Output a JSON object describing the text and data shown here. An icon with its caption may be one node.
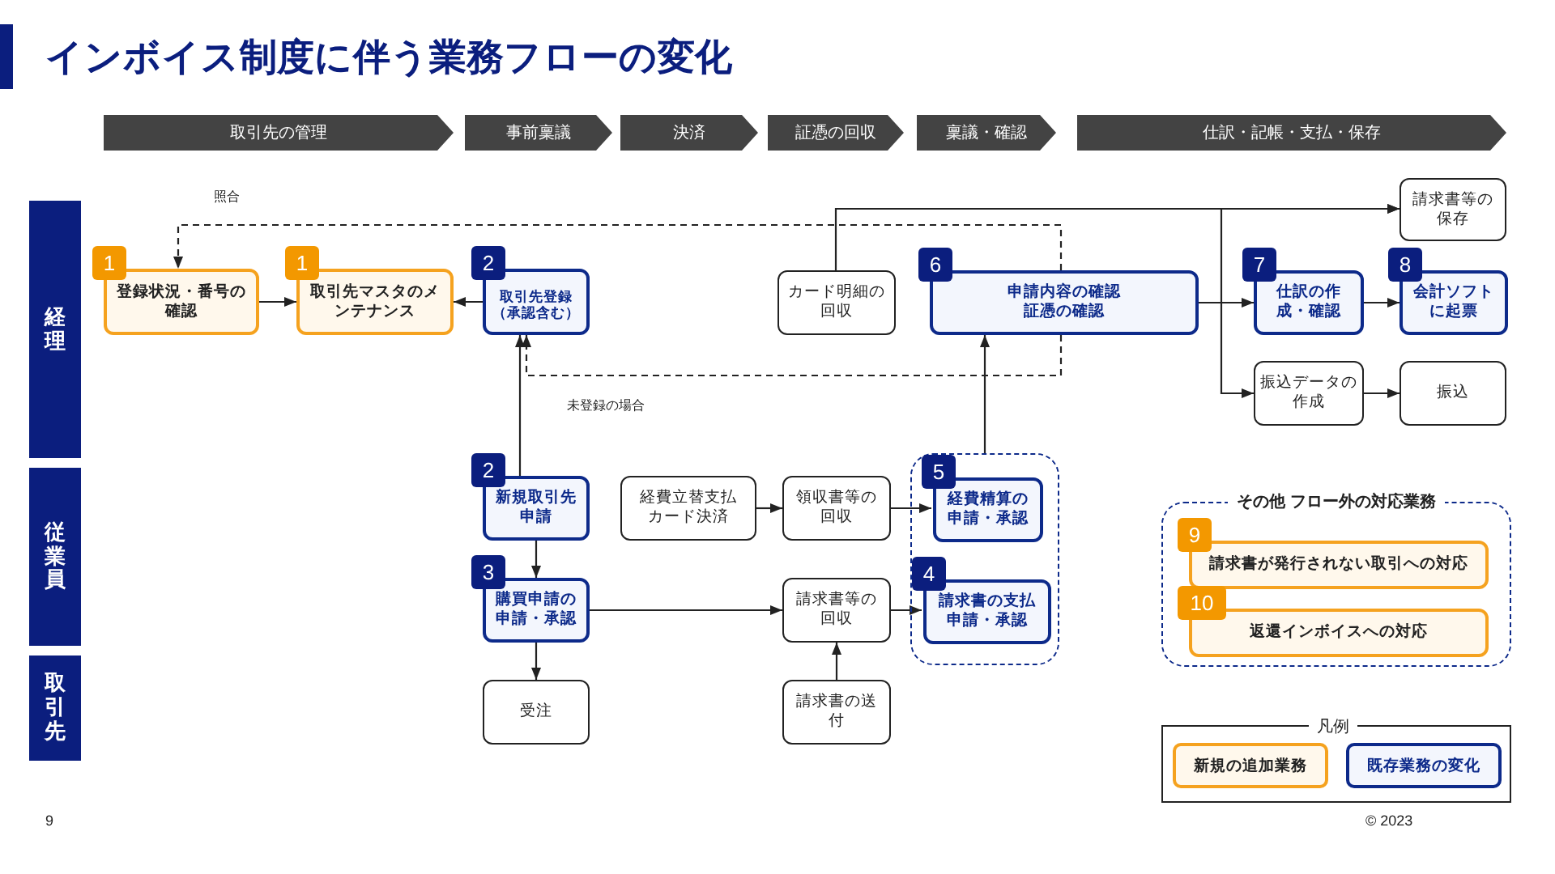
{
  "diagram": {
    "title": "インボイス制度に伴う業務フローの変化",
    "nodes": [
      {
        "text": [
          "取引先の管理"
        ]
      },
      {
        "text": [
          "事前稟議"
        ]
      },
      {
        "text": [
          "決済"
        ]
      },
      {
        "text": [
          "証憑の回収"
        ]
      },
      {
        "text": [
          "稟議・確認"
        ]
      },
      {
        "text": [
          "仕訳・記帳・支払・保存"
        ]
      },
      {
        "text": [
          "経理"
        ]
      },
      {
        "text": [
          "従業員"
        ]
      },
      {
        "text": [
          "取引先"
        ]
      },
      {
        "text": [
          "1",
          "登録状況・番号の確認"
        ]
      },
      {
        "text": [
          "1",
          "取引先マスタのメンテナンス"
        ]
      },
      {
        "text": [
          "2",
          "取引先登録（承認含む）"
        ]
      },
      {
        "text": [
          "カード明細の回収"
        ]
      },
      {
        "text": [
          "6",
          "申請内容の確認",
          "証憑の確認"
        ]
      },
      {
        "text": [
          "請求書等の保存"
        ]
      },
      {
        "text": [
          "7",
          "仕訳の作成・確認"
        ]
      },
      {
        "text": [
          "8",
          "会計ソフトに起票"
        ]
      },
      {
        "text": [
          "振込データの作成"
        ]
      },
      {
        "text": [
          "振込"
        ]
      },
      {
        "text": [
          "2",
          "新規取引先申請"
        ]
      },
      {
        "text": [
          "経費立替支払",
          "カード決済"
        ]
      },
      {
        "text": [
          "領収書等の回収"
        ]
      },
      {
        "text": [],
        "shape": "box"
      },
      {
        "text": [
          "5",
          "経費精算の申請・承認"
        ],
        "in": 22
      },
      {
        "text": [
          "3",
          "購買申請の申請・承認"
        ]
      },
      {
        "text": [
          "請求書等の回収"
        ]
      },
      {
        "text": [
          "4",
          "請求書の支払申請・承認"
        ],
        "in": 22
      },
      {
        "text": [
          "受注"
        ]
      },
      {
        "text": [
          "請求書の送付"
        ]
      },
      {
        "text": [
          "その他 フロー外の対応業務"
        ]
      },
      {
        "text": [
          "9",
          "請求書が発行されない取引への対応"
        ],
        "in": 29
      },
      {
        "text": [
          "10",
          "返還インボイスへの対応"
        ],
        "in": 29
      }
    ],
    "edges": [
      {
        "from": 13,
        "to": 9,
        "arrow": "to",
        "label": "照合",
        "style": "dashed"
      },
      {
        "from": 13,
        "to": 11,
        "arrow": "to",
        "label": "未登録の場合",
        "style": "dashed"
      },
      {
        "from": 9,
        "to": 10,
        "arrow": "to"
      },
      {
        "from": 11,
        "to": 10,
        "arrow": "to"
      },
      {
        "from": 19,
        "to": 11,
        "arrow": "to"
      },
      {
        "from": 19,
        "to": 24,
        "arrow": "to"
      },
      {
        "from": 24,
        "to": 27,
        "arrow": "to"
      },
      {
        "from": 24,
        "to": 25,
        "arrow": "to"
      },
      {
        "from": 28,
        "to": 25,
        "arrow": "to"
      },
      {
        "from": 25,
        "to": 26,
        "arrow": "to"
      },
      {
        "from": 20,
        "to": 21,
        "arrow": "to"
      },
      {
        "from": 21,
        "to": 23,
        "arrow": "to"
      },
      {
        "from": 22,
        "to": 13,
        "arrow": "to"
      },
      {
        "from": 12,
        "to": 14,
        "arrow": "to"
      },
      {
        "from": 13,
        "to": 15,
        "arrow": "to"
      },
      {
        "from": 13,
        "to": 14,
        "arrow": "to"
      },
      {
        "from": 13,
        "to": 17,
        "arrow": "to"
      },
      {
        "from": 15,
        "to": 16,
        "arrow": "to"
      },
      {
        "from": 17,
        "to": 18,
        "arrow": "to"
      }
    ],
    "labels": [
      "凡例",
      "9",
      "© 2023"
    ],
    "legend": [
      {
        "text": "新規の追加業務"
      },
      {
        "text": "既存業務の変化"
      }
    ]
  }
}
